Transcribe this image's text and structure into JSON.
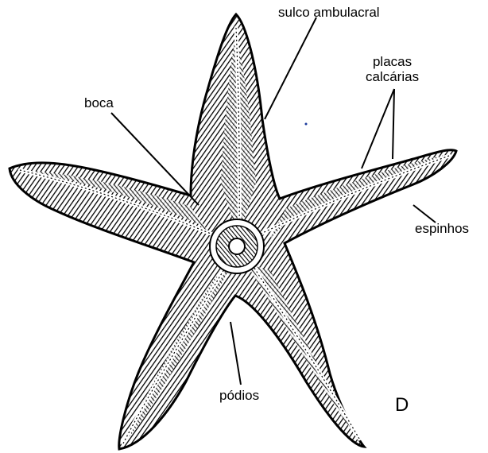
{
  "diagram": {
    "labels": {
      "sulco": "sulco ambulacral",
      "placas_line1": "placas",
      "placas_line2": "calcárias",
      "boca": "boca",
      "espinhos": "espinhos",
      "podios": "pódios"
    },
    "figure_letter": "D"
  },
  "colors": {
    "ink": "#000000",
    "paper": "#ffffff"
  }
}
